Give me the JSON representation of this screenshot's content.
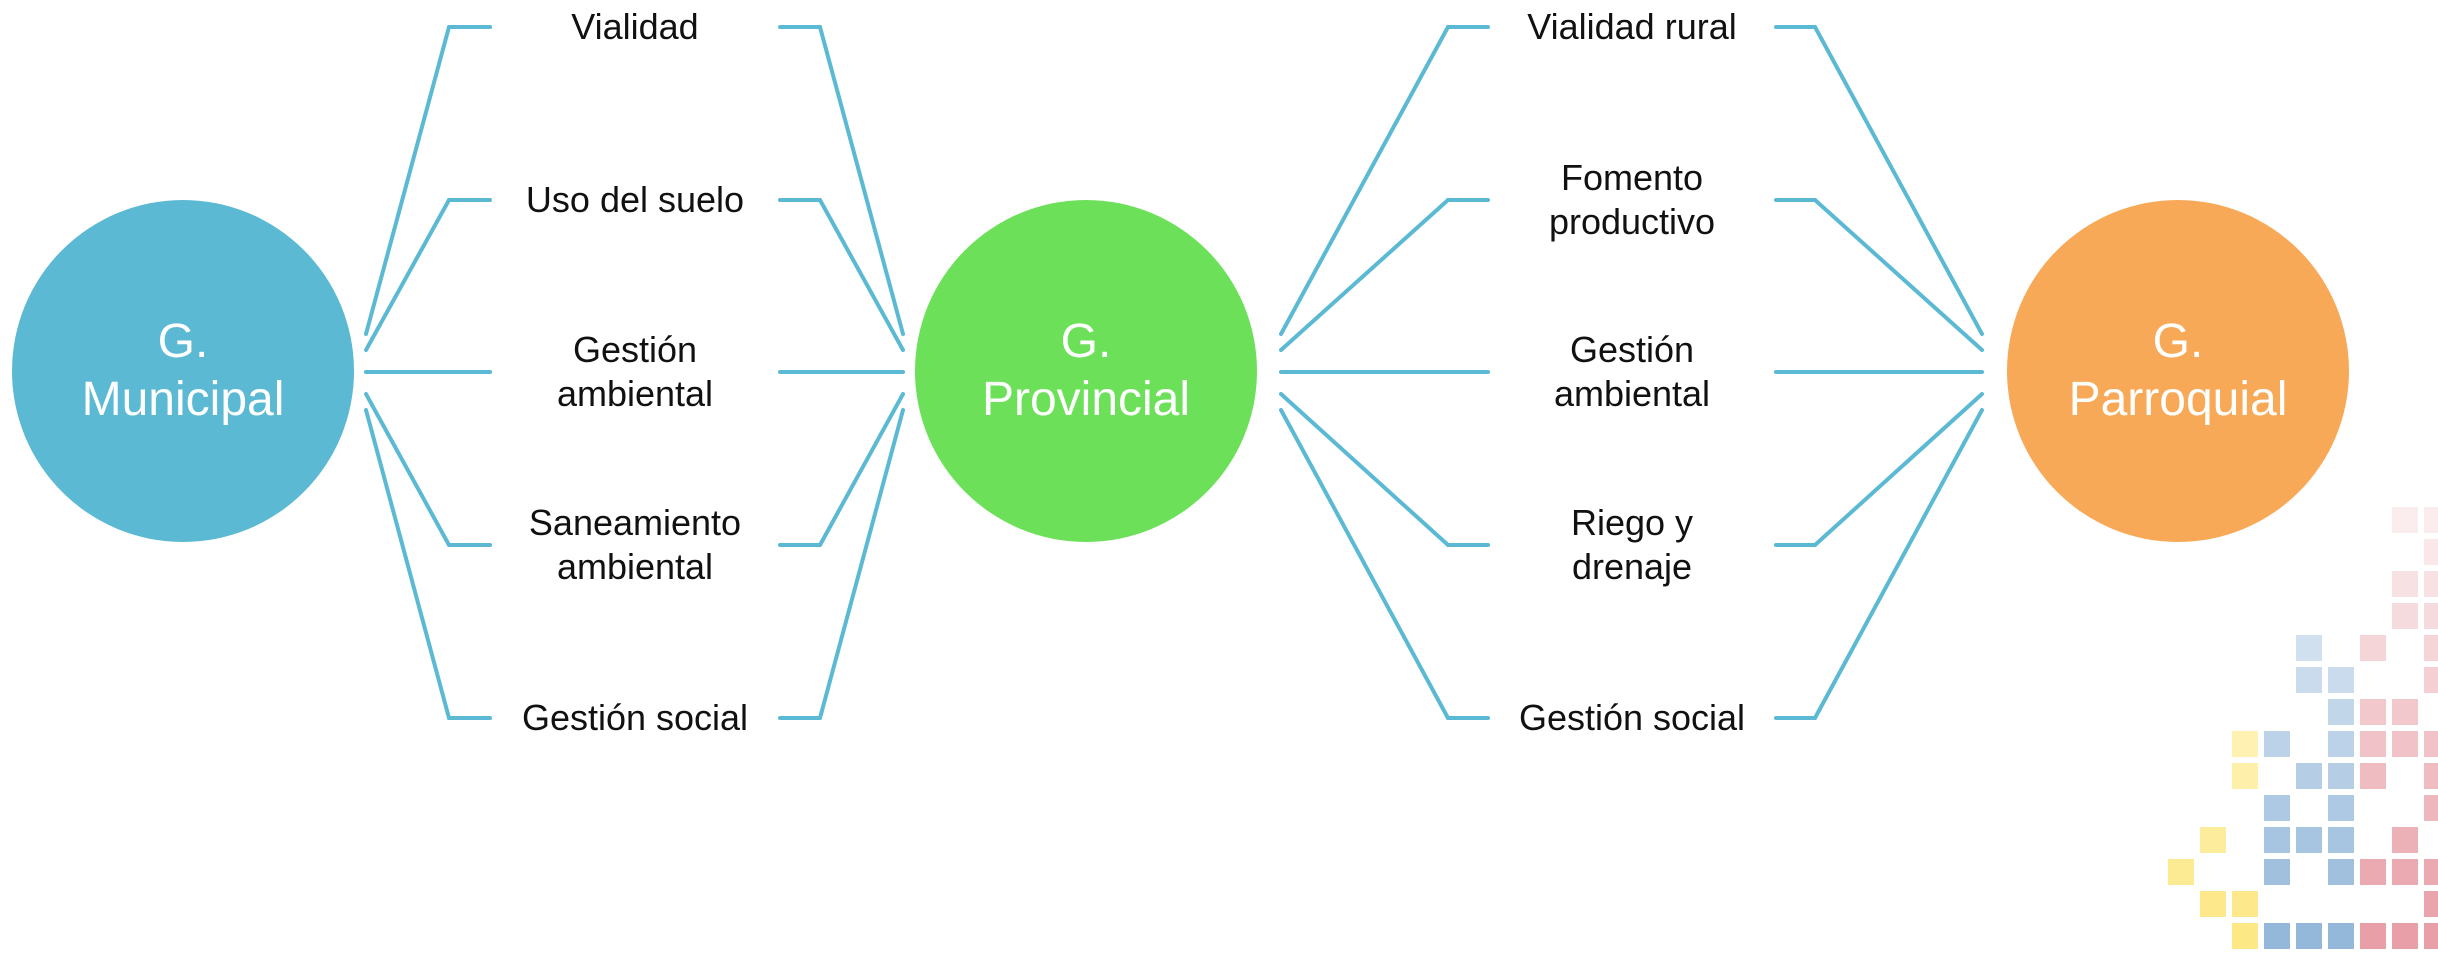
{
  "nodes": {
    "municipal": {
      "line1": "G.",
      "line2": "Municipal",
      "color": "#5bb9d3"
    },
    "provincial": {
      "line1": "G.",
      "line2": "Provincial",
      "color": "#6de05a"
    },
    "parroquial": {
      "line1": "G.",
      "line2": "Parroquial",
      "color": "#f8a957"
    }
  },
  "left_items": [
    {
      "line1": "Vialidad",
      "line2": ""
    },
    {
      "line1": "Uso del suelo",
      "line2": ""
    },
    {
      "line1": "Gestión",
      "line2": "ambiental"
    },
    {
      "line1": "Saneamiento",
      "line2": "ambiental"
    },
    {
      "line1": "Gestión social",
      "line2": ""
    }
  ],
  "right_items": [
    {
      "line1": "Vialidad rural",
      "line2": ""
    },
    {
      "line1": "Fomento",
      "line2": "productivo"
    },
    {
      "line1": "Gestión",
      "line2": "ambiental"
    },
    {
      "line1": "Riego y",
      "line2": "drenaje"
    },
    {
      "line1": "Gestión social",
      "line2": ""
    }
  ],
  "colors": {
    "connector": "#5bb9d3",
    "text": "#111111"
  },
  "decoration": {
    "colors": [
      "#fde77f",
      "#8eb4d8",
      "#e79aa3"
    ]
  }
}
